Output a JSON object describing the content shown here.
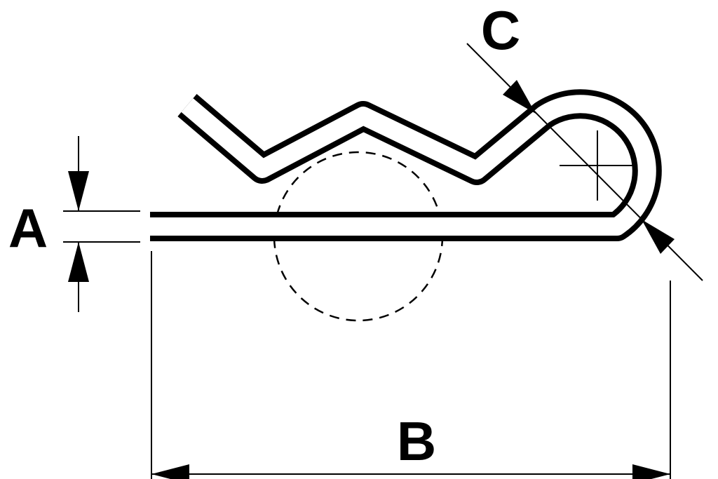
{
  "diagram": {
    "labels": {
      "a": "A",
      "b": "B",
      "c": "C"
    },
    "colors": {
      "line": "#000000",
      "background": "#ffffff"
    }
  }
}
